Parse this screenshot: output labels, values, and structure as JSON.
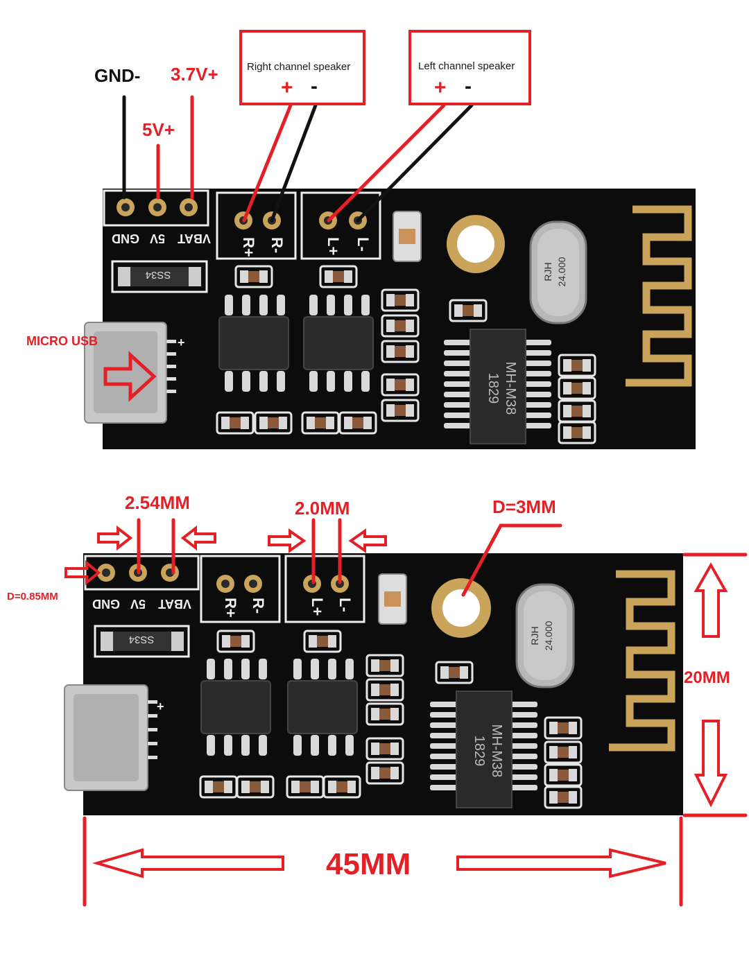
{
  "top_board": {
    "labels": {
      "gnd": "GND-",
      "v5": "5V+",
      "v37": "3.7V+",
      "micro_usb": "MICRO USB"
    },
    "right_box": {
      "title": "Right channel speaker",
      "plus": "+",
      "minus": "-"
    },
    "left_box": {
      "title": "Left channel speaker",
      "plus": "+",
      "minus": "-"
    },
    "silk": {
      "gnd": "GND",
      "v5": "5V",
      "vbat": "VBAT",
      "r_plus": "R+",
      "r_minus": "R-",
      "l_plus": "L+",
      "l_minus": "L-",
      "diode": "SS34",
      "chip": "MH-M38",
      "chip_date": "1829",
      "crystal_brand": "RJH",
      "crystal_freq": "24.000",
      "usb_plus": "+"
    }
  },
  "bottom_board": {
    "labels": {
      "pitch_power": "2.54MM",
      "pitch_speaker": "2.0MM",
      "hole": "D=3MM",
      "pin_diameter": "D=0.85MM",
      "height": "20MM",
      "width": "45MM"
    },
    "silk": {
      "gnd": "GND",
      "v5": "5V",
      "vbat": "VBAT",
      "r_plus": "R+",
      "r_minus": "R-",
      "l_plus": "L+",
      "l_minus": "L-",
      "diode": "SS34",
      "chip": "MH-M38",
      "chip_date": "1829",
      "crystal_brand": "RJH",
      "crystal_freq": "24.000",
      "usb_plus": "+"
    }
  },
  "colors": {
    "annotation_red": "#e32026",
    "pcb": "#0c0c0c",
    "copper": "#c9a45a",
    "silkscreen": "#f2f2f2"
  }
}
